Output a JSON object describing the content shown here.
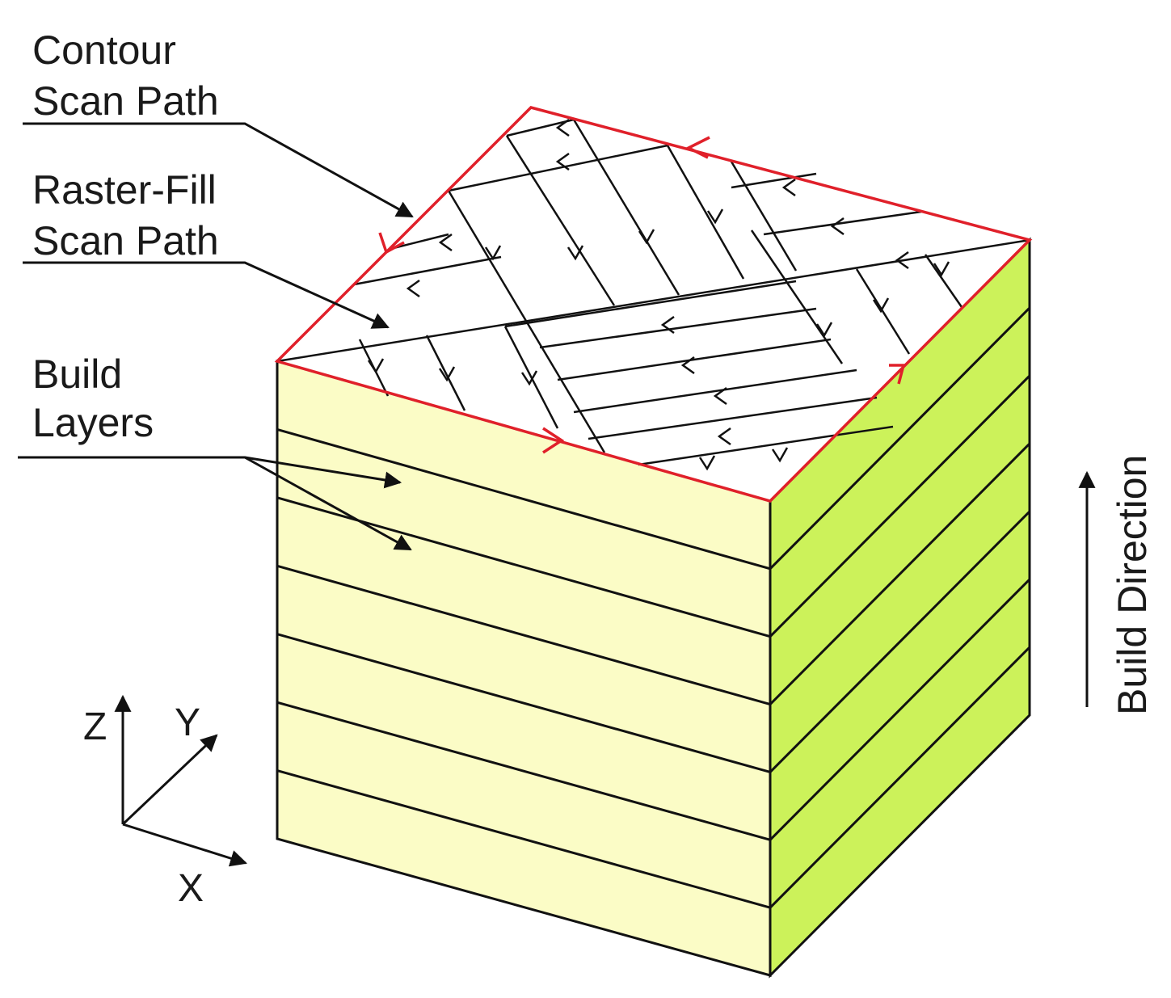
{
  "labels": {
    "contour": [
      "Contour",
      "Scan Path"
    ],
    "raster": [
      "Raster-Fill",
      "Scan Path"
    ],
    "layers": [
      "Build",
      "Layers"
    ],
    "build_direction": "Build Direction"
  },
  "axes": {
    "z": "Z",
    "y": "Y",
    "x": "X"
  },
  "colors": {
    "front_face": "#fbfcc6",
    "side_face": "#ccf25a",
    "top_face": "#ffffff",
    "contour": "#e0202a",
    "ink": "#111111"
  },
  "layer_count": 7
}
